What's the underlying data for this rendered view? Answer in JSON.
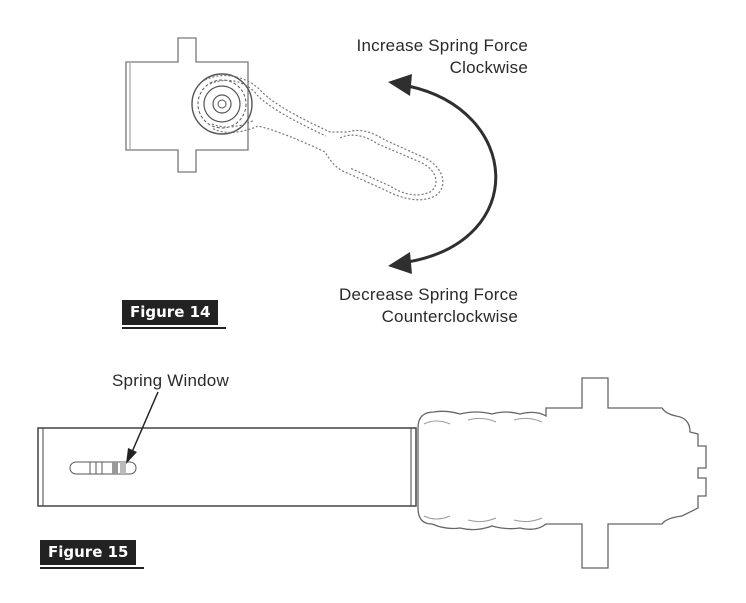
{
  "figure14": {
    "badge": "Figure 14",
    "increase_line1": "Increase Spring Force",
    "increase_line2": "Clockwise",
    "decrease_line1": "Decrease Spring Force",
    "decrease_line2": "Counterclockwise"
  },
  "figure15": {
    "badge": "Figure 15",
    "callout": "Spring Window"
  },
  "colors": {
    "line": "#444444",
    "badge_bg": "#222222",
    "arrow": "#2f2f2f"
  }
}
